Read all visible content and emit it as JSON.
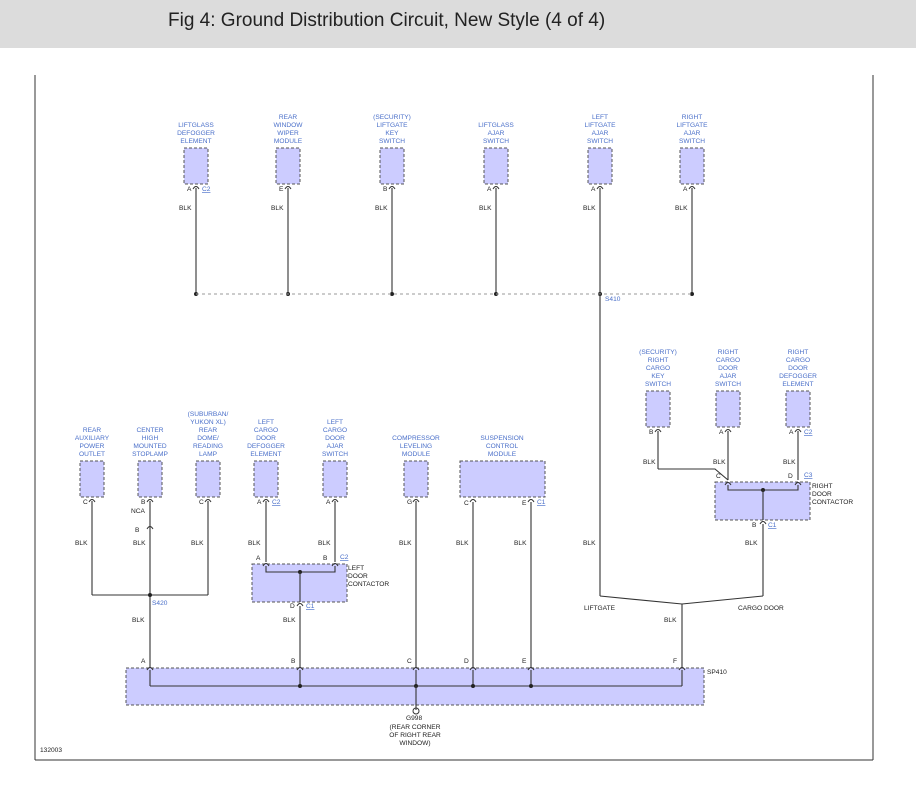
{
  "title": "Fig 4: Ground Distribution Circuit, New Style (4 of 4)",
  "figure_id": "132003",
  "wire_color": "BLK",
  "top_components": [
    {
      "label": [
        "LIFTGLASS",
        "DEFOGGER",
        "ELEMENT"
      ],
      "pin": "A",
      "conn": "C2"
    },
    {
      "label": [
        "REAR",
        "WINDOW",
        "WIPER",
        "MODULE"
      ],
      "pin": "E",
      "conn": ""
    },
    {
      "label": [
        "(SECURITY)",
        "LIFTGATE",
        "KEY",
        "SWITCH"
      ],
      "pin": "B",
      "conn": ""
    },
    {
      "label": [
        "LIFTGLASS",
        "AJAR",
        "SWITCH"
      ],
      "pin": "A",
      "conn": ""
    },
    {
      "label": [
        "LEFT",
        "LIFTGATE",
        "AJAR",
        "SWITCH"
      ],
      "pin": "A",
      "conn": ""
    },
    {
      "label": [
        "RIGHT",
        "LIFTGATE",
        "AJAR",
        "SWITCH"
      ],
      "pin": "A",
      "conn": ""
    }
  ],
  "splices": {
    "s410": "S410",
    "s420": "S420",
    "sp410": "SP410"
  },
  "right_components": [
    {
      "label": [
        "(SECURITY)",
        "RIGHT",
        "CARGO",
        "KEY",
        "SWITCH"
      ],
      "pin": "B",
      "conn": ""
    },
    {
      "label": [
        "RIGHT",
        "CARGO",
        "DOOR",
        "AJAR",
        "SWITCH"
      ],
      "pin": "A",
      "conn": ""
    },
    {
      "label": [
        "RIGHT",
        "CARGO",
        "DOOR",
        "DEFOGGER",
        "ELEMENT"
      ],
      "pin": "A",
      "conn": "C2"
    }
  ],
  "right_contactor": {
    "label": [
      "RIGHT",
      "DOOR",
      "CONTACTOR"
    ],
    "pins_top": [
      "C",
      "D"
    ],
    "conn_top": "C3",
    "pin_bottom": "B",
    "conn_bottom": "C1"
  },
  "left_contactor": {
    "label": [
      "LEFT",
      "DOOR",
      "CONTACTOR"
    ],
    "pins_top": [
      "A",
      "B"
    ],
    "conn_top": "C2",
    "pin_bottom": "D",
    "conn_bottom": "C1"
  },
  "lower_components": [
    {
      "label": [
        "REAR",
        "AUXILIARY",
        "POWER",
        "OUTLET"
      ],
      "pin": "C",
      "conn": ""
    },
    {
      "label": [
        "CENTER",
        "HIGH",
        "MOUNTED",
        "STOPLAMP"
      ],
      "pin": "B",
      "conn": "",
      "note": "NCA"
    },
    {
      "label": [
        "(SUBURBAN/",
        "YUKON XL)",
        "REAR",
        "DOME/",
        "READING",
        "LAMP"
      ],
      "pin": "C",
      "conn": ""
    },
    {
      "label": [
        "LEFT",
        "CARGO",
        "DOOR",
        "DEFOGGER",
        "ELEMENT"
      ],
      "pin": "A",
      "conn": "C2"
    },
    {
      "label": [
        "LEFT",
        "CARGO",
        "DOOR",
        "AJAR",
        "SWITCH"
      ],
      "pin": "A",
      "conn": ""
    },
    {
      "label": [
        "COMPRESSOR",
        "LEVELING",
        "MODULE"
      ],
      "pin": "G",
      "conn": ""
    },
    {
      "label": [
        "SUSPENSION",
        "CONTROL",
        "MODULE"
      ],
      "pins": [
        "C",
        "E"
      ],
      "conn": "C1"
    }
  ],
  "branch_labels": {
    "liftgate": "LIFTGATE",
    "cargo_door": "CARGO DOOR"
  },
  "sp410_pins": [
    "A",
    "B",
    "C",
    "D",
    "E",
    "F"
  ],
  "ground": {
    "id": "G998",
    "location": [
      "(REAR CORNER",
      "OF RIGHT REAR",
      "WINDOW)"
    ]
  }
}
